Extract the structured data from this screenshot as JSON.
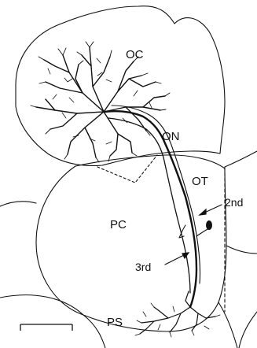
{
  "diagram": {
    "regions": {
      "oc": "OC",
      "on": "ON",
      "ot": "OT",
      "pc": "PC",
      "ps": "PS"
    },
    "markers": {
      "second": "2nd",
      "third": "3rd"
    },
    "scale_bar": {
      "label": ""
    }
  },
  "colors": {
    "ink": "#111111",
    "background": "#ffffff"
  }
}
